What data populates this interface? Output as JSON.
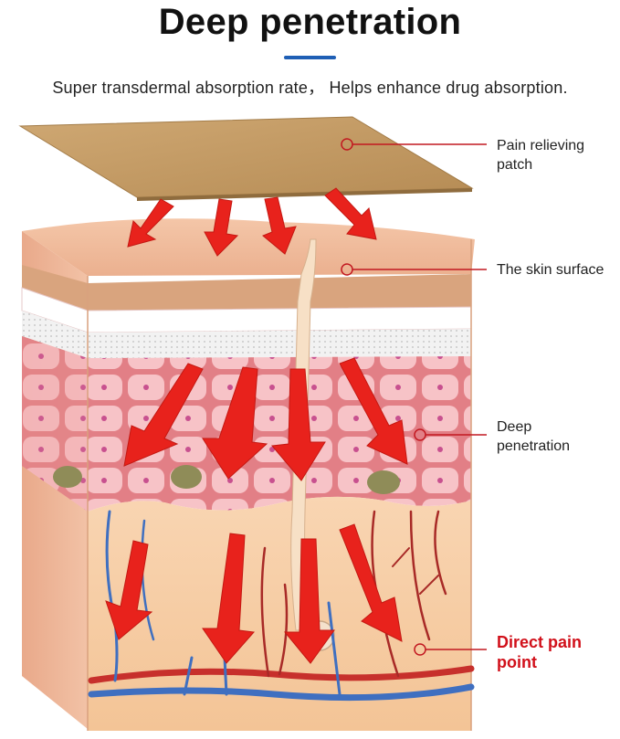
{
  "header": {
    "title": "Deep penetration",
    "subtitle": "Super transdermal absorption rate， Helps enhance drug absorption."
  },
  "callouts": [
    {
      "lines": [
        "Pain relieving",
        "patch"
      ]
    },
    {
      "lines": [
        "The skin surface"
      ]
    },
    {
      "lines": [
        "Deep",
        "penetration"
      ]
    },
    {
      "lines": [
        "Direct pain",
        "point"
      ]
    }
  ],
  "colors": {
    "accent_bar": "#1f5fb5",
    "arrow": "#e8221c",
    "callout_line": "#c21820",
    "emphasis_label": "#d1101a"
  }
}
